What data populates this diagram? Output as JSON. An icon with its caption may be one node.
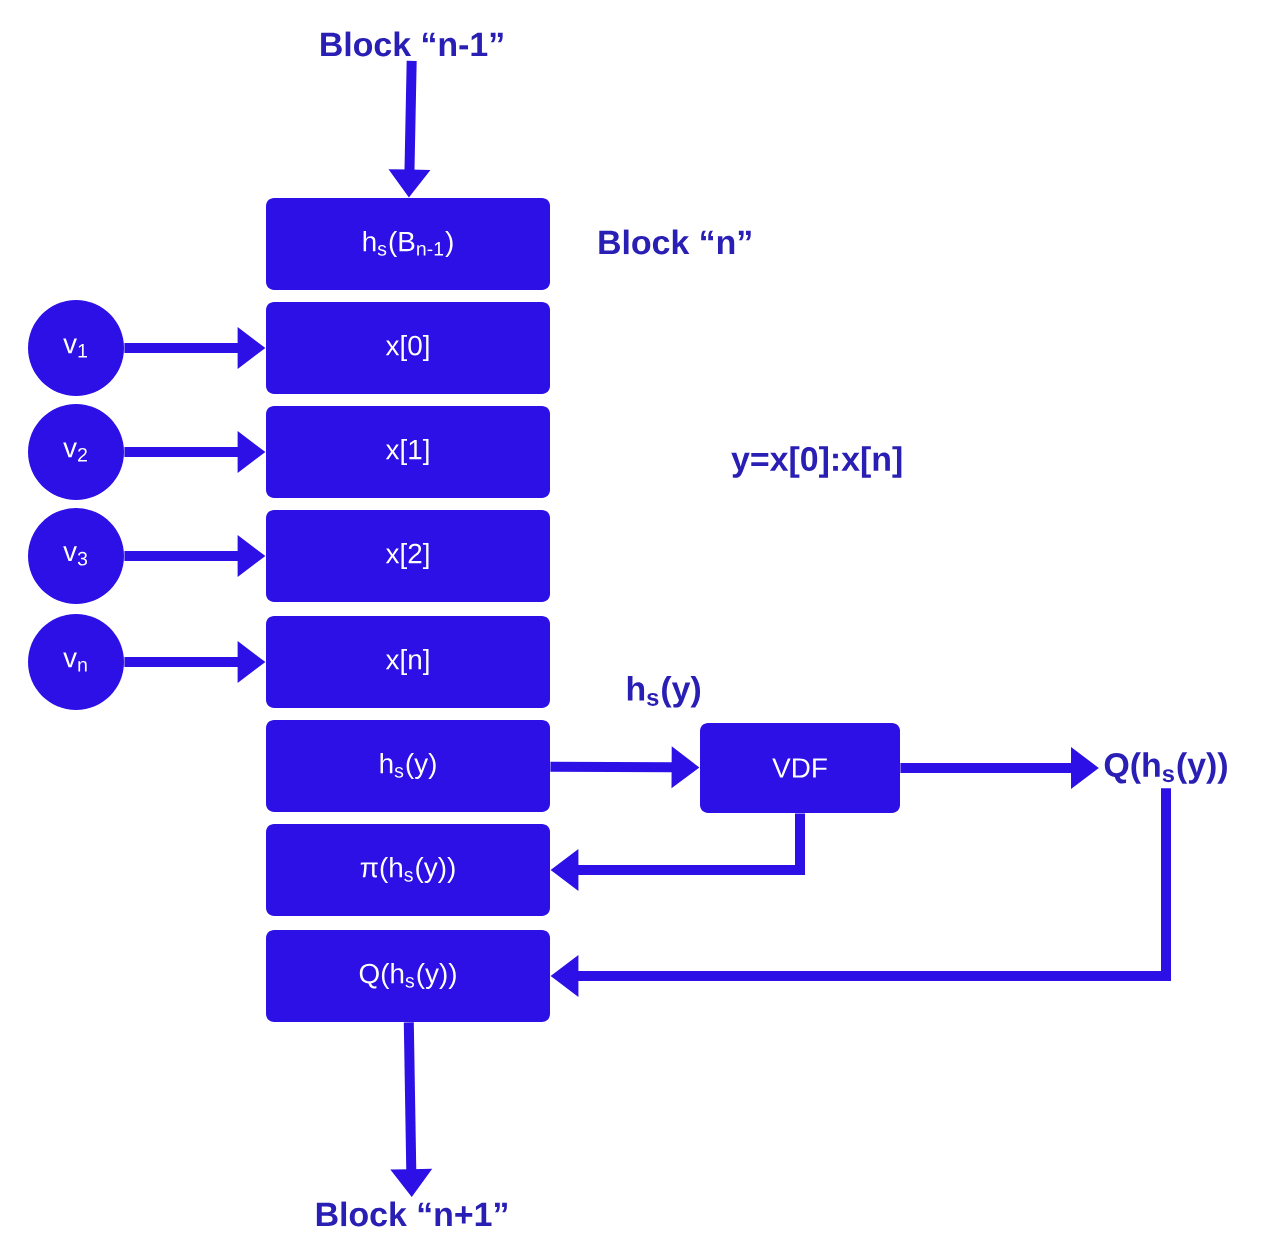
{
  "diagram": {
    "nodes": [
      {
        "text": [
          "Block “n-1”"
        ]
      },
      {
        "text": [
          "h$_{s}$(B$_{n-1}$)"
        ]
      },
      {
        "text": [
          "x[0]"
        ]
      },
      {
        "text": [
          "x[1]"
        ]
      },
      {
        "text": [
          "x[2]"
        ]
      },
      {
        "text": [
          "x[n]"
        ]
      },
      {
        "text": [
          "h$_{s}$(y)"
        ]
      },
      {
        "text": [
          "π(h$_{s}$(y))"
        ]
      },
      {
        "text": [
          "Q(h$_{s}$(y))"
        ]
      },
      {
        "text": [
          "v$_{1}$"
        ]
      },
      {
        "text": [
          "v$_{2}$"
        ]
      },
      {
        "text": [
          "v$_{3}$"
        ]
      },
      {
        "text": [
          "v$_{n}$"
        ]
      },
      {
        "text": [
          "VDF"
        ],
        "beside": [
          "h$_{s}$(y)"
        ]
      },
      {
        "text": [
          "Q(h$_{s}$(y))"
        ]
      },
      {
        "text": [
          "Block “n+1”"
        ]
      }
    ],
    "edges": [
      {
        "from": 0,
        "to": 1,
        "arrow": "to"
      },
      {
        "from": 9,
        "to": 2,
        "arrow": "to"
      },
      {
        "from": 10,
        "to": 3,
        "arrow": "to"
      },
      {
        "from": 11,
        "to": 4,
        "arrow": "to"
      },
      {
        "from": 12,
        "to": 5,
        "arrow": "to"
      },
      {
        "from": 6,
        "to": 13,
        "arrow": "to"
      },
      {
        "from": 13,
        "to": 7,
        "arrow": "to"
      },
      {
        "from": 13,
        "to": 14,
        "arrow": "to"
      },
      {
        "from": 14,
        "to": 8,
        "arrow": "to"
      },
      {
        "from": 8,
        "to": 15,
        "arrow": "to"
      }
    ],
    "labels": [
      "Block “n”",
      "y=x[0]:x[n]"
    ]
  }
}
